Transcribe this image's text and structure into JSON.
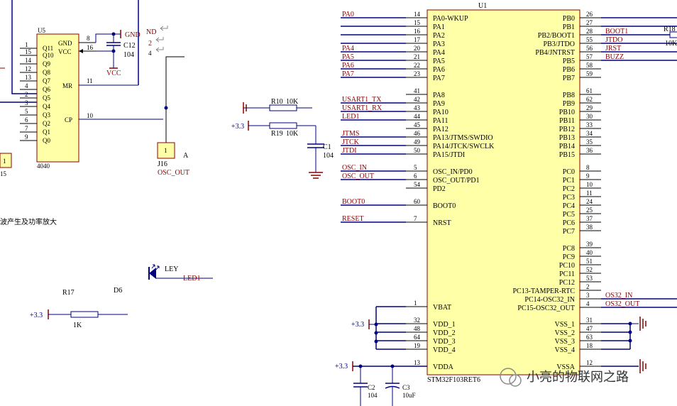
{
  "colors": {
    "wire": "#000080",
    "body": "#ffffa8",
    "label": "#8b0000",
    "pin": "#000000",
    "ground": "#8b0000",
    "cyan": "#00bfbf"
  },
  "u1": {
    "designator": "U1",
    "part": "STM32F103RET6",
    "left_pins": [
      {
        "num": "14",
        "name": "PA0-WKUP",
        "net": "PA0"
      },
      {
        "num": "15",
        "name": "PA1",
        "net": ""
      },
      {
        "num": "16",
        "name": "PA2",
        "net": ""
      },
      {
        "num": "17",
        "name": "PA3",
        "net": ""
      },
      {
        "num": "20",
        "name": "PA4",
        "net": "PA4"
      },
      {
        "num": "21",
        "name": "PA5",
        "net": "PA5"
      },
      {
        "num": "22",
        "name": "PA6",
        "net": "PA6"
      },
      {
        "num": "23",
        "name": "PA7",
        "net": "PA7"
      },
      {
        "num": "41",
        "name": "PA8",
        "net": ""
      },
      {
        "num": "42",
        "name": "PA9",
        "net": "USART1_TX"
      },
      {
        "num": "43",
        "name": "PA10",
        "net": "USART1_RX"
      },
      {
        "num": "44",
        "name": "PA11",
        "net": "LED1"
      },
      {
        "num": "45",
        "name": "PA12",
        "net": ""
      },
      {
        "num": "46",
        "name": "PA13/JTMS/SWDIO",
        "net": "JTMS"
      },
      {
        "num": "49",
        "name": "PA14/JTCK/SWCLK",
        "net": "JTCK"
      },
      {
        "num": "50",
        "name": "PA15/JTDI",
        "net": "JTDI"
      },
      {
        "num": "5",
        "name": "OSC_IN/PD0",
        "net": "OSC_IN"
      },
      {
        "num": "6",
        "name": "OSC_OUT/PD1",
        "net": "OSC_OUT"
      },
      {
        "num": "54",
        "name": "PD2",
        "net": ""
      },
      {
        "num": "60",
        "name": "BOOT0",
        "net": "BOOT0"
      },
      {
        "num": "7",
        "name": "NRST",
        "net": "RESET"
      },
      {
        "num": "1",
        "name": "VBAT",
        "net": ""
      },
      {
        "num": "32",
        "name": "VDD_1",
        "net": ""
      },
      {
        "num": "48",
        "name": "VDD_2",
        "net": ""
      },
      {
        "num": "64",
        "name": "VDD_3",
        "net": ""
      },
      {
        "num": "19",
        "name": "VDD_4",
        "net": ""
      },
      {
        "num": "13",
        "name": "VDDA",
        "net": ""
      }
    ],
    "right_pins": [
      {
        "num": "26",
        "name": "PB0",
        "net": ""
      },
      {
        "num": "27",
        "name": "PB1",
        "net": ""
      },
      {
        "num": "28",
        "name": "PB2/BOOT1",
        "net": "BOOT1"
      },
      {
        "num": "55",
        "name": "PB3/JTDO",
        "net": "JTDO"
      },
      {
        "num": "56",
        "name": "PB4/JNTRST",
        "net": "JRST"
      },
      {
        "num": "57",
        "name": "PB5",
        "net": "BUZZ"
      },
      {
        "num": "58",
        "name": "PB6",
        "net": ""
      },
      {
        "num": "59",
        "name": "PB7",
        "net": ""
      },
      {
        "num": "61",
        "name": "PB8",
        "net": ""
      },
      {
        "num": "62",
        "name": "PB9",
        "net": ""
      },
      {
        "num": "29",
        "name": "PB10",
        "net": ""
      },
      {
        "num": "30",
        "name": "PB11",
        "net": ""
      },
      {
        "num": "33",
        "name": "PB12",
        "net": ""
      },
      {
        "num": "34",
        "name": "PB13",
        "net": ""
      },
      {
        "num": "35",
        "name": "PB14",
        "net": ""
      },
      {
        "num": "36",
        "name": "PB15",
        "net": ""
      },
      {
        "num": "8",
        "name": "PC0",
        "net": ""
      },
      {
        "num": "9",
        "name": "PC1",
        "net": ""
      },
      {
        "num": "10",
        "name": "PC2",
        "net": ""
      },
      {
        "num": "11",
        "name": "PC3",
        "net": ""
      },
      {
        "num": "24",
        "name": "PC4",
        "net": ""
      },
      {
        "num": "25",
        "name": "PC5",
        "net": ""
      },
      {
        "num": "37",
        "name": "PC6",
        "net": ""
      },
      {
        "num": "38",
        "name": "PC7",
        "net": ""
      },
      {
        "num": "39",
        "name": "PC8",
        "net": ""
      },
      {
        "num": "40",
        "name": "PC9",
        "net": ""
      },
      {
        "num": "51",
        "name": "PC10",
        "net": ""
      },
      {
        "num": "52",
        "name": "PC11",
        "net": ""
      },
      {
        "num": "53",
        "name": "PC12",
        "net": ""
      },
      {
        "num": "2",
        "name": "PC13-TAMPER-RTC",
        "net": ""
      },
      {
        "num": "3",
        "name": "PC14-OSC32_IN",
        "net": "OS32_IN"
      },
      {
        "num": "4",
        "name": "PC15-OSC32_OUT",
        "net": "OS32_OUT"
      },
      {
        "num": "31",
        "name": "VSS_1",
        "net": ""
      },
      {
        "num": "47",
        "name": "VSS_2",
        "net": ""
      },
      {
        "num": "63",
        "name": "VSS_3",
        "net": ""
      },
      {
        "num": "18",
        "name": "VSS_4",
        "net": ""
      },
      {
        "num": "12",
        "name": "VSSA",
        "net": ""
      }
    ]
  },
  "u5": {
    "designator": "U5",
    "part": "4040",
    "left_pins": [
      {
        "num": "1",
        "name": "Q11"
      },
      {
        "num": "15",
        "name": "Q10"
      },
      {
        "num": "14",
        "name": "Q9"
      },
      {
        "num": "12",
        "name": "Q8"
      },
      {
        "num": "13",
        "name": "Q7"
      },
      {
        "num": "4",
        "name": "Q6"
      },
      {
        "num": "2",
        "name": "Q5"
      },
      {
        "num": "3",
        "name": "Q4"
      },
      {
        "num": "5",
        "name": "Q3"
      },
      {
        "num": "6",
        "name": "Q2"
      },
      {
        "num": "7",
        "name": "Q1"
      },
      {
        "num": "9",
        "name": "Q0"
      }
    ],
    "right_labels": [
      {
        "num": "8",
        "name": "GND"
      },
      {
        "num": "16",
        "name": "VCC"
      },
      {
        "num": "11",
        "name": "MR"
      },
      {
        "num": "10",
        "name": "CP"
      }
    ]
  },
  "parts": {
    "c12": {
      "ref": "C12",
      "val": "104"
    },
    "r10": {
      "ref": "R10",
      "val": "10K"
    },
    "r19": {
      "ref": "R19",
      "val": "10K"
    },
    "c1": {
      "ref": "C1",
      "val": "104"
    },
    "j16": {
      "ref": "J16",
      "pin": "1",
      "net": "OSC_OUT"
    },
    "r17": {
      "ref": "R17",
      "val": "1K"
    },
    "d6": {
      "ref": "D6",
      "val": "LEY",
      "net": "LED1"
    },
    "r18": {
      "ref": "R18",
      "val": "10K"
    },
    "c2": {
      "ref": "C2",
      "val": "104"
    },
    "c3": {
      "ref": "C3",
      "val": "10uF"
    }
  },
  "labels": {
    "gnd": "GND",
    "gnd_partial": "ND",
    "vcc": "VCC",
    "p33": "+3.3",
    "a_mark": "A",
    "n2": "2",
    "n4": "4",
    "n15": "15",
    "box1": "1",
    "cn_text": "波产生及功率放大",
    "watermark": "小亮的物联网之路"
  }
}
